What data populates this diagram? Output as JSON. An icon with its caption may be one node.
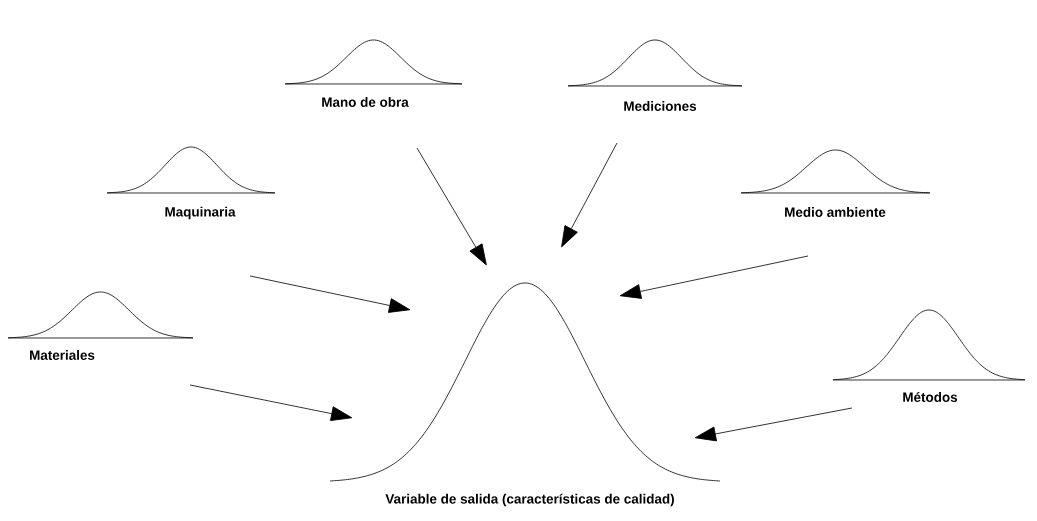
{
  "diagram": {
    "nodes": [
      {
        "text": [
          "Mano de obra"
        ]
      },
      {
        "text": [
          "Mediciones"
        ]
      },
      {
        "text": [
          "Maquinaria"
        ]
      },
      {
        "text": [
          "Medio ambiente"
        ]
      },
      {
        "text": [
          "Materiales"
        ]
      },
      {
        "text": [
          "Métodos"
        ]
      },
      {
        "text": [
          "Variable de salida (características de calidad)"
        ]
      }
    ],
    "edges": [
      {
        "from": 0,
        "to": 6,
        "arrow": "to"
      },
      {
        "from": 1,
        "to": 6,
        "arrow": "to"
      },
      {
        "from": 2,
        "to": 6,
        "arrow": "to"
      },
      {
        "from": 3,
        "to": 6,
        "arrow": "to"
      },
      {
        "from": 4,
        "to": 6,
        "arrow": "to"
      },
      {
        "from": 5,
        "to": 6,
        "arrow": "to"
      }
    ]
  }
}
